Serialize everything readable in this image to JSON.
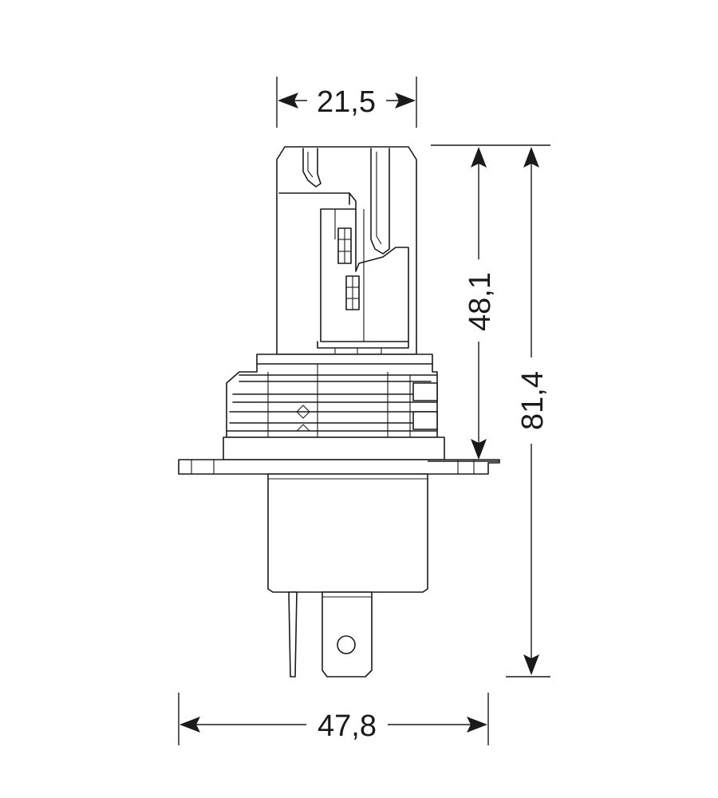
{
  "dimensions": {
    "top_width": "21,5",
    "bottom_width": "47,8",
    "upper_height": "48,1",
    "total_height": "81,4"
  }
}
